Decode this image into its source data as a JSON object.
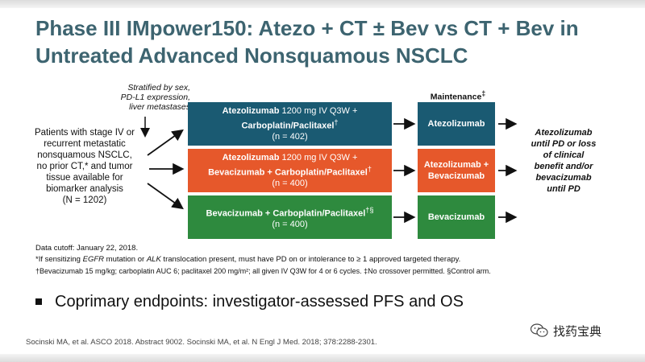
{
  "title": {
    "line1": "Phase III IMpower150: Atezo + CT ± Bev vs CT + Bev in",
    "line2": "Untreated Advanced Nonsquamous NSCLC"
  },
  "stratification": {
    "l1": "Stratified by sex,",
    "l2": "PD-L1 expression,",
    "l3": "liver metastases"
  },
  "patients": {
    "l1": "Patients with stage IV or",
    "l2": "recurrent metastatic",
    "l3": "nonsquamous NSCLC,",
    "l4": "no prior CT,* and tumor",
    "l5": "tissue available for",
    "l6": "biomarker analysis",
    "l7": "(N = 1202)"
  },
  "arms": [
    {
      "bold1": "Atezolizumab",
      "rest1": " 1200 mg IV Q3W +",
      "bold2": "Carboplatin/Paclitaxel",
      "sup2": "†",
      "n": "(n = 402)"
    },
    {
      "bold1": "Atezolizumab",
      "rest1": " 1200 mg IV Q3W +",
      "bold2": "Bevacizumab  + Carboplatin/Paclitaxel",
      "sup2": "†",
      "n": "(n = 400)"
    },
    {
      "bold1": "Bevacizumab  + Carboplatin/Paclitaxel",
      "sup1": "†§",
      "n": "(n = 400)"
    }
  ],
  "maintenance": {
    "label": "Maintenance",
    "label_sup": "‡",
    "arms": [
      {
        "l1": "Atezolizumab"
      },
      {
        "l1": "Atezolizumab +",
        "l2": "Bevacizumab"
      },
      {
        "l1": "Bevacizumab"
      }
    ]
  },
  "outcome": {
    "l1": "Atezolizumab",
    "l2": "until PD or loss",
    "l3": "of clinical",
    "l4": "benefit and/or",
    "l5": "bevacizumab",
    "l6": "until PD"
  },
  "footnotes": {
    "cutoff": "Data cutoff: January 22, 2018.",
    "f1_pre": "*If sensitizing ",
    "f1_egfr": "EGFR",
    "f1_mid": " mutation or ",
    "f1_alk": "ALK",
    "f1_post": " translocation present, must have PD on or intolerance to ≥ 1 approved targeted therapy.",
    "f2": "†Bevacizumab 15 mg/kg; carboplatin AUC 6; paclitaxel 200 mg/m²; all given IV Q3W for 4 or 6 cycles. ‡No crossover permitted. §Control arm."
  },
  "endpoint": "Coprimary endpoints: investigator-assessed  PFS and OS",
  "citation": "Socinski MA, et al. ASCO 2018. Abstract 9002. Socinski MA, et al. N Engl J Med. 2018; 378:2288-2301.",
  "watermark": "找药宝典"
}
